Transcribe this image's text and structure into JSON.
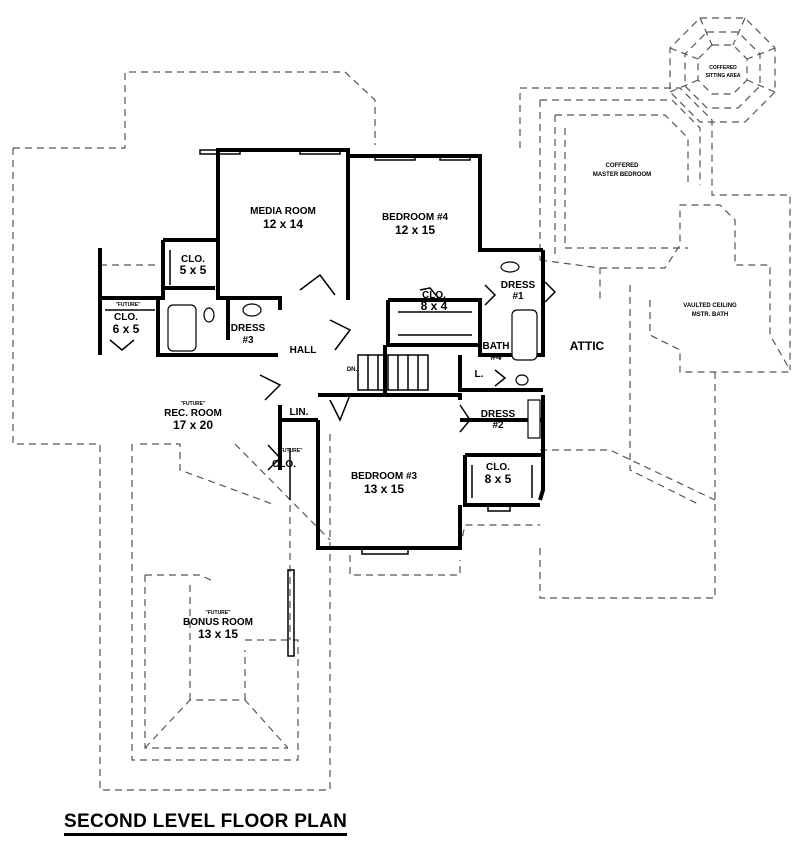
{
  "title": "SECOND LEVEL FLOOR PLAN",
  "rooms": {
    "media": {
      "name": "MEDIA ROOM",
      "size": "12 x 14"
    },
    "bedroom4": {
      "name": "BEDROOM #4",
      "size": "12 x 15"
    },
    "clo55": {
      "name": "CLO.",
      "size": "5 x 5"
    },
    "future_small": "\"FUTURE\"",
    "clo65": {
      "name": "CLO.",
      "size": "6 x 5"
    },
    "dress3": {
      "name": "DRESS",
      "num": "#3"
    },
    "hall": "HALL",
    "clo84": {
      "name": "CLO.",
      "size": "8 x 4"
    },
    "dress1": {
      "name": "DRESS",
      "num": "#1"
    },
    "bath4": {
      "name": "BATH",
      "num": "#4"
    },
    "l": "L.",
    "dn": "DN.",
    "lin": "LIN.",
    "rec": {
      "future": "\"FUTURE\"",
      "name": "REC. ROOM",
      "size": "17 x 20"
    },
    "future_clo": {
      "future": "\"FUTURE\"",
      "name": "CLO."
    },
    "bedroom3": {
      "name": "BEDROOM #3",
      "size": "13 x 15"
    },
    "dress2": {
      "name": "DRESS",
      "num": "#2"
    },
    "clo85": {
      "name": "CLO.",
      "size": "8 x 5"
    },
    "bonus": {
      "future": "\"FUTURE\"",
      "name": "BONUS ROOM",
      "size": "13 x 15"
    },
    "attic": "ATTIC",
    "coffered_sitting": {
      "line1": "COFFERED",
      "line2": "SITTING AREA"
    },
    "master_bedroom": {
      "line1": "COFFERED",
      "line2": "MASTER BEDROOM"
    },
    "vaulted_bath": {
      "line1": "VAULTED CEILING",
      "line2": "MSTR. BATH"
    }
  }
}
